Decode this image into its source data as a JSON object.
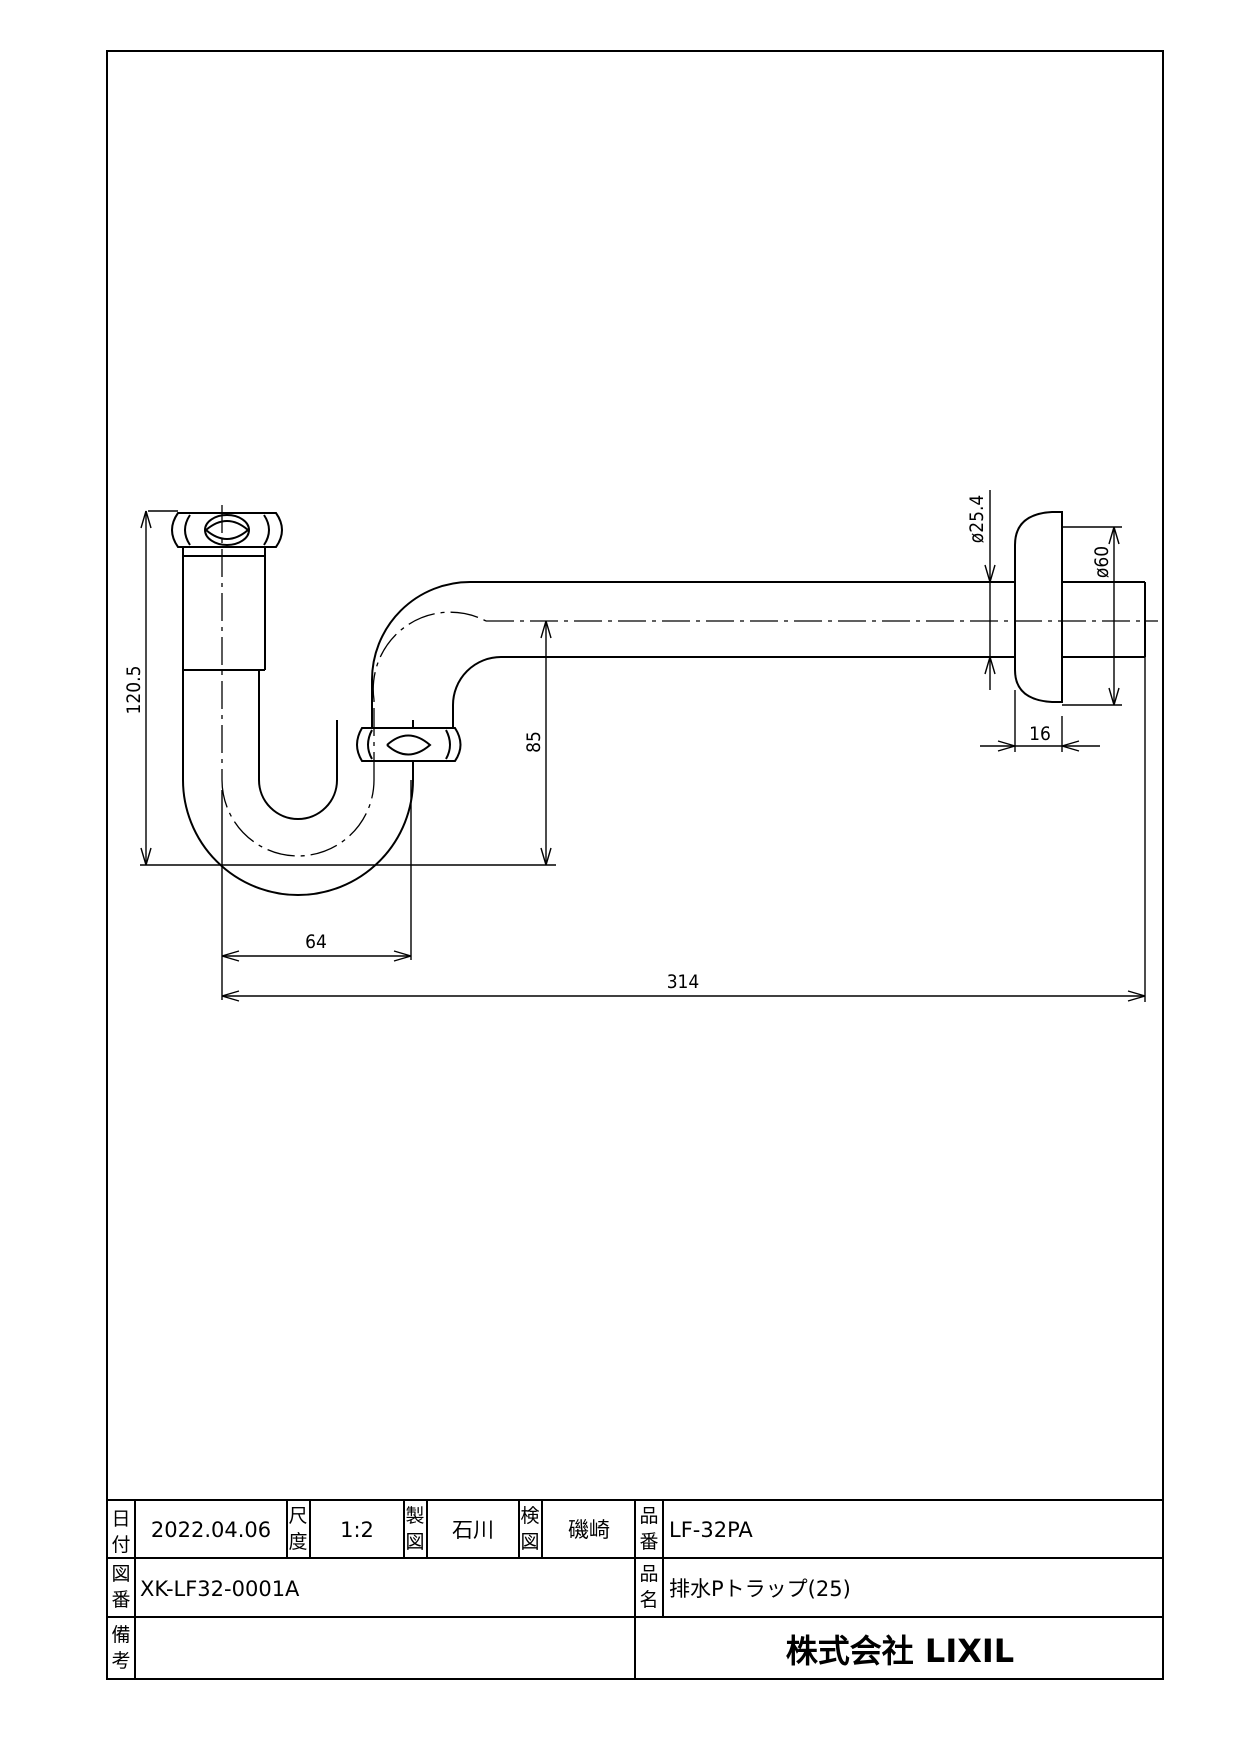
{
  "dimensions": {
    "height_total": "120.5",
    "height_outlet": "85",
    "trap_width": "64",
    "overall_length": "314",
    "pipe_diameter": "ø25.4",
    "flange_diameter": "ø60",
    "flange_thickness": "16"
  },
  "title_block": {
    "date_label": [
      "日",
      "付"
    ],
    "date_value": "2022.04.06",
    "scale_label": [
      "尺",
      "度"
    ],
    "scale_value": "1:2",
    "drawn_label": [
      "製",
      "図"
    ],
    "drawn_value": "石川",
    "checked_label": [
      "検",
      "図"
    ],
    "checked_value": "磯崎",
    "part_no_label": [
      "品",
      "番"
    ],
    "part_no_value": "LF-32PA",
    "drawing_no_label": [
      "図",
      "番"
    ],
    "drawing_no_value": "XK-LF32-0001A",
    "part_name_label": [
      "品",
      "名"
    ],
    "part_name_value": "排水Pトラップ(25)",
    "remarks_label": [
      "備",
      "考"
    ],
    "remarks_value": "",
    "company": "株式会社 LIXIL"
  }
}
